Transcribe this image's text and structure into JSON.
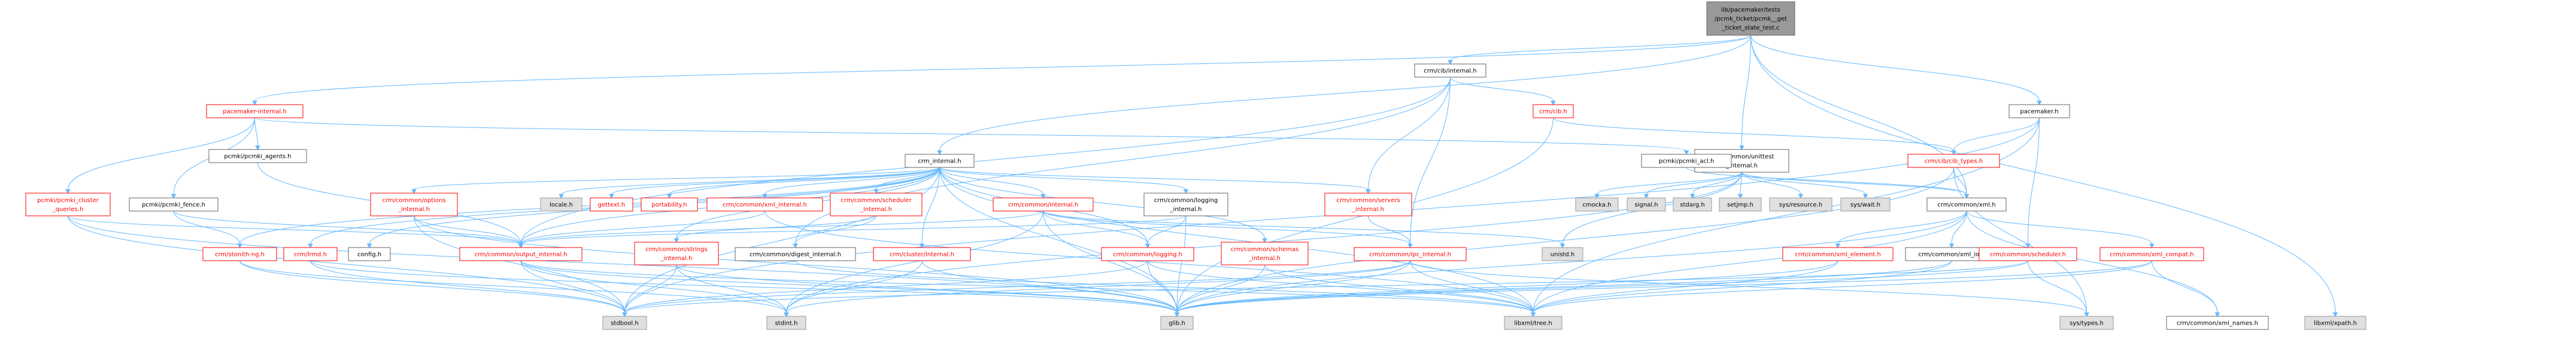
{
  "colors": {
    "edge": "#63b8ff",
    "normal_border": "#666666",
    "normal_fill": "#ffffff",
    "normal_text": "#000000",
    "missing_border": "#ff0000",
    "missing_text": "#ff0000",
    "system_border": "#999999",
    "system_fill": "#e0e0e0",
    "system_text": "#000000",
    "root_fill": "#999999",
    "root_border": "#666666"
  },
  "nodes": [
    {
      "id": "root",
      "lines": [
        "lib/pacemaker/tests",
        "/pcmk_ticket/pcmk__get",
        "_ticket_state_test.c"
      ],
      "kind": "root"
    },
    {
      "id": "cib_internal",
      "lines": [
        "crm/cib/internal.h"
      ],
      "kind": "normal"
    },
    {
      "id": "pacemaker_internal",
      "lines": [
        "pacemaker-internal.h"
      ],
      "kind": "missing"
    },
    {
      "id": "cib_h",
      "lines": [
        "crm/cib.h"
      ],
      "kind": "missing"
    },
    {
      "id": "pacemaker_h",
      "lines": [
        "pacemaker.h"
      ],
      "kind": "normal"
    },
    {
      "id": "unittest_internal",
      "lines": [
        "crm/common/unittest",
        "_internal.h"
      ],
      "kind": "normal"
    },
    {
      "id": "pcmki_agents",
      "lines": [
        "pcmki/pcmki_agents.h"
      ],
      "kind": "normal"
    },
    {
      "id": "crm_internal",
      "lines": [
        "crm_internal.h"
      ],
      "kind": "normal"
    },
    {
      "id": "pcmki_acl",
      "lines": [
        "pcmki/pcmki_acl.h"
      ],
      "kind": "normal"
    },
    {
      "id": "cib_types",
      "lines": [
        "crm/cib/cib_types.h"
      ],
      "kind": "missing"
    },
    {
      "id": "pcmki_cluster_queries",
      "lines": [
        "pcmki/pcmki_cluster",
        "_queries.h"
      ],
      "kind": "missing"
    },
    {
      "id": "pcmki_fence",
      "lines": [
        "pcmki/pcmki_fence.h"
      ],
      "kind": "normal"
    },
    {
      "id": "options_internal",
      "lines": [
        "crm/common/options",
        "_internal.h"
      ],
      "kind": "missing"
    },
    {
      "id": "locale_h",
      "lines": [
        "locale.h"
      ],
      "kind": "system"
    },
    {
      "id": "gettext_h",
      "lines": [
        "gettext.h"
      ],
      "kind": "missing"
    },
    {
      "id": "portability_h",
      "lines": [
        "portability.h"
      ],
      "kind": "missing"
    },
    {
      "id": "xml_internal",
      "lines": [
        "crm/common/xml_internal.h"
      ],
      "kind": "missing"
    },
    {
      "id": "scheduler_internal",
      "lines": [
        "crm/common/scheduler",
        "_internal.h"
      ],
      "kind": "missing"
    },
    {
      "id": "common_internal",
      "lines": [
        "crm/common/internal.h"
      ],
      "kind": "missing"
    },
    {
      "id": "logging_internal",
      "lines": [
        "crm/common/logging",
        "_internal.h"
      ],
      "kind": "normal"
    },
    {
      "id": "servers_internal",
      "lines": [
        "crm/common/servers",
        "_internal.h"
      ],
      "kind": "missing"
    },
    {
      "id": "cmocka_h",
      "lines": [
        "cmocka.h"
      ],
      "kind": "system"
    },
    {
      "id": "signal_h",
      "lines": [
        "signal.h"
      ],
      "kind": "system"
    },
    {
      "id": "stdarg_h",
      "lines": [
        "stdarg.h"
      ],
      "kind": "system"
    },
    {
      "id": "setjmp_h",
      "lines": [
        "setjmp.h"
      ],
      "kind": "system"
    },
    {
      "id": "sys_resource_h",
      "lines": [
        "sys/resource.h"
      ],
      "kind": "system"
    },
    {
      "id": "sys_wait_h",
      "lines": [
        "sys/wait.h"
      ],
      "kind": "system"
    },
    {
      "id": "common_xml_h",
      "lines": [
        "crm/common/xml.h"
      ],
      "kind": "normal"
    },
    {
      "id": "stonith_ng",
      "lines": [
        "crm/stonith-ng.h"
      ],
      "kind": "missing"
    },
    {
      "id": "config_h",
      "lines": [
        "config.h"
      ],
      "kind": "normal"
    },
    {
      "id": "lrmd_h",
      "lines": [
        "crm/lrmd.h"
      ],
      "kind": "missing"
    },
    {
      "id": "output_internal",
      "lines": [
        "crm/common/output_internal.h"
      ],
      "kind": "missing"
    },
    {
      "id": "strings_internal",
      "lines": [
        "crm/common/strings",
        "_internal.h"
      ],
      "kind": "missing"
    },
    {
      "id": "digest_internal",
      "lines": [
        "crm/common/digest_internal.h"
      ],
      "kind": "normal"
    },
    {
      "id": "cluster_internal",
      "lines": [
        "crm/cluster/internal.h"
      ],
      "kind": "missing"
    },
    {
      "id": "common_logging",
      "lines": [
        "crm/common/logging.h"
      ],
      "kind": "missing"
    },
    {
      "id": "schemas_internal",
      "lines": [
        "crm/common/schemas",
        "_internal.h"
      ],
      "kind": "missing"
    },
    {
      "id": "ipc_internal",
      "lines": [
        "crm/common/ipc_internal.h"
      ],
      "kind": "missing"
    },
    {
      "id": "unistd_h",
      "lines": [
        "unistd.h"
      ],
      "kind": "system"
    },
    {
      "id": "xml_element",
      "lines": [
        "crm/common/xml_element.h"
      ],
      "kind": "missing"
    },
    {
      "id": "xml_io",
      "lines": [
        "crm/common/xml_io.h"
      ],
      "kind": "normal"
    },
    {
      "id": "common_scheduler",
      "lines": [
        "crm/common/scheduler.h"
      ],
      "kind": "missing"
    },
    {
      "id": "xml_compat",
      "lines": [
        "crm/common/xml_compat.h"
      ],
      "kind": "missing"
    },
    {
      "id": "stdbool_h",
      "lines": [
        "stdbool.h"
      ],
      "kind": "system"
    },
    {
      "id": "stdint_h",
      "lines": [
        "stdint.h"
      ],
      "kind": "system"
    },
    {
      "id": "glib_h",
      "lines": [
        "glib.h"
      ],
      "kind": "system"
    },
    {
      "id": "libxml_tree",
      "lines": [
        "libxml/tree.h"
      ],
      "kind": "system"
    },
    {
      "id": "sys_types",
      "lines": [
        "sys/types.h"
      ],
      "kind": "system"
    },
    {
      "id": "xml_names",
      "lines": [
        "crm/common/xml_names.h"
      ],
      "kind": "normal"
    },
    {
      "id": "libxml_xpath",
      "lines": [
        "libxml/xpath.h"
      ],
      "kind": "system"
    }
  ],
  "edges": [
    [
      "root",
      "cib_internal"
    ],
    [
      "root",
      "pacemaker_internal"
    ],
    [
      "root",
      "crm_internal"
    ],
    [
      "root",
      "unittest_internal"
    ],
    [
      "root",
      "pacemaker_h"
    ],
    [
      "root",
      "common_xml_h"
    ],
    [
      "root",
      "libxml_xpath"
    ],
    [
      "cib_internal",
      "cib_h"
    ],
    [
      "cib_internal",
      "servers_internal"
    ],
    [
      "cib_internal",
      "ipc_internal"
    ],
    [
      "cib_internal",
      "output_internal"
    ],
    [
      "cib_internal",
      "digest_internal"
    ],
    [
      "pacemaker_internal",
      "pcmki_agents"
    ],
    [
      "pacemaker_internal",
      "pcmki_cluster_queries"
    ],
    [
      "pacemaker_internal",
      "pcmki_fence"
    ],
    [
      "pacemaker_internal",
      "pcmki_acl"
    ],
    [
      "cib_h",
      "cib_types"
    ],
    [
      "cib_h",
      "glib_h"
    ],
    [
      "pacemaker_h",
      "cib_types"
    ],
    [
      "pacemaker_h",
      "common_scheduler"
    ],
    [
      "pacemaker_h",
      "stdbool_h"
    ],
    [
      "pacemaker_h",
      "libxml_tree"
    ],
    [
      "unittest_internal",
      "cmocka_h"
    ],
    [
      "unittest_internal",
      "signal_h"
    ],
    [
      "unittest_internal",
      "stdarg_h"
    ],
    [
      "unittest_internal",
      "setjmp_h"
    ],
    [
      "unittest_internal",
      "sys_resource_h"
    ],
    [
      "unittest_internal",
      "sys_wait_h"
    ],
    [
      "unittest_internal",
      "common_xml_h"
    ],
    [
      "unittest_internal",
      "unistd_h"
    ],
    [
      "unittest_internal",
      "stdint_h"
    ],
    [
      "pcmki_agents",
      "output_internal"
    ],
    [
      "crm_internal",
      "config_h"
    ],
    [
      "crm_internal",
      "locale_h"
    ],
    [
      "crm_internal",
      "gettext_h"
    ],
    [
      "crm_internal",
      "portability_h"
    ],
    [
      "crm_internal",
      "options_internal"
    ],
    [
      "crm_internal",
      "xml_internal"
    ],
    [
      "crm_internal",
      "scheduler_internal"
    ],
    [
      "crm_internal",
      "common_internal"
    ],
    [
      "crm_internal",
      "logging_internal"
    ],
    [
      "crm_internal",
      "servers_internal"
    ],
    [
      "crm_internal",
      "stonith_ng"
    ],
    [
      "crm_internal",
      "lrmd_h"
    ],
    [
      "crm_internal",
      "glib_h"
    ],
    [
      "crm_internal",
      "stdbool_h"
    ],
    [
      "crm_internal",
      "schemas_internal"
    ],
    [
      "crm_internal",
      "cluster_internal"
    ],
    [
      "crm_internal",
      "common_logging"
    ],
    [
      "crm_internal",
      "output_internal"
    ],
    [
      "crm_internal",
      "strings_internal"
    ],
    [
      "crm_internal",
      "libxml_tree"
    ],
    [
      "pcmki_acl",
      "common_xml_h"
    ],
    [
      "cib_types",
      "common_xml_h"
    ],
    [
      "cib_types",
      "glib_h"
    ],
    [
      "cib_types",
      "sys_types"
    ],
    [
      "pcmki_cluster_queries",
      "output_internal"
    ],
    [
      "pcmki_cluster_queries",
      "stdbool_h"
    ],
    [
      "pcmki_cluster_queries",
      "glib_h"
    ],
    [
      "pcmki_fence",
      "output_internal"
    ],
    [
      "pcmki_fence",
      "stonith_ng"
    ],
    [
      "options_internal",
      "output_internal"
    ],
    [
      "options_internal",
      "glib_h"
    ],
    [
      "options_internal",
      "stdbool_h"
    ],
    [
      "xml_internal",
      "output_internal"
    ],
    [
      "xml_internal",
      "libxml_tree"
    ],
    [
      "scheduler_internal",
      "digest_internal"
    ],
    [
      "scheduler_internal",
      "strings_internal"
    ],
    [
      "common_internal",
      "unistd_h"
    ],
    [
      "common_internal",
      "glib_h"
    ],
    [
      "common_internal",
      "common_logging"
    ],
    [
      "common_internal",
      "output_internal"
    ],
    [
      "common_internal",
      "ipc_internal"
    ],
    [
      "common_internal",
      "stdint_h"
    ],
    [
      "logging_internal",
      "glib_h"
    ],
    [
      "logging_internal",
      "common_logging"
    ],
    [
      "logging_internal",
      "output_internal"
    ],
    [
      "servers_internal",
      "ipc_internal"
    ],
    [
      "common_xml_h",
      "xml_element"
    ],
    [
      "common_xml_h",
      "xml_io"
    ],
    [
      "common_xml_h",
      "xml_compat"
    ],
    [
      "common_xml_h",
      "xml_names"
    ],
    [
      "common_xml_h",
      "glib_h"
    ],
    [
      "common_xml_h",
      "libxml_tree"
    ],
    [
      "stonith_ng",
      "stdbool_h"
    ],
    [
      "stonith_ng",
      "stdint_h"
    ],
    [
      "lrmd_h",
      "stdbool_h"
    ],
    [
      "lrmd_h",
      "glib_h"
    ],
    [
      "output_internal",
      "stdbool_h"
    ],
    [
      "output_internal",
      "stdint_h"
    ],
    [
      "output_internal",
      "libxml_tree"
    ],
    [
      "output_internal",
      "glib_h"
    ],
    [
      "strings_internal",
      "stdbool_h"
    ],
    [
      "strings_internal",
      "stdint_h"
    ],
    [
      "strings_internal",
      "glib_h"
    ],
    [
      "digest_internal",
      "libxml_tree"
    ],
    [
      "cluster_internal",
      "stdint_h"
    ],
    [
      "cluster_internal",
      "glib_h"
    ],
    [
      "common_logging",
      "glib_h"
    ],
    [
      "common_logging",
      "stdbool_h"
    ],
    [
      "common_logging",
      "libxml_tree"
    ],
    [
      "schemas_internal",
      "glib_h"
    ],
    [
      "schemas_internal",
      "libxml_tree"
    ],
    [
      "ipc_internal",
      "stdbool_h"
    ],
    [
      "ipc_internal",
      "stdint_h"
    ],
    [
      "ipc_internal",
      "sys_types"
    ],
    [
      "ipc_internal",
      "glib_h"
    ],
    [
      "ipc_internal",
      "libxml_tree"
    ],
    [
      "xml_element",
      "glib_h"
    ],
    [
      "xml_element",
      "libxml_tree"
    ],
    [
      "xml_io",
      "glib_h"
    ],
    [
      "xml_io",
      "libxml_tree"
    ],
    [
      "common_scheduler",
      "sys_types"
    ],
    [
      "common_scheduler",
      "glib_h"
    ],
    [
      "common_scheduler",
      "stdbool_h"
    ],
    [
      "xml_compat",
      "glib_h"
    ],
    [
      "xml_compat",
      "libxml_tree"
    ],
    [
      "xml_compat",
      "xml_names"
    ]
  ]
}
